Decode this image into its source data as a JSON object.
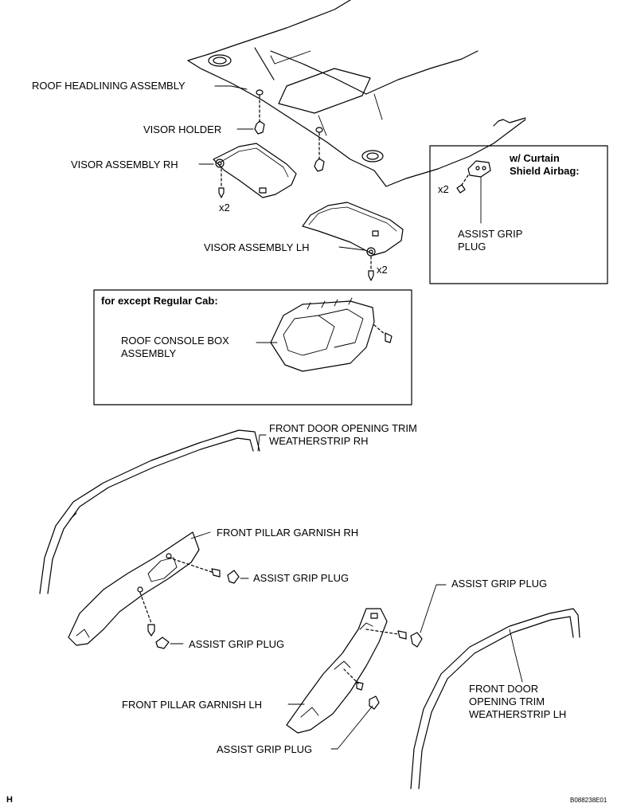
{
  "labels": {
    "roof_headlining": "ROOF HEADLINING ASSEMBLY",
    "visor_holder": "VISOR HOLDER",
    "visor_rh": "VISOR ASSEMBLY RH",
    "visor_lh": "VISOR ASSEMBLY LH",
    "x2_rh": "x2",
    "x2_lh": "x2",
    "x2_airbag": "x2",
    "airbag_title": "w/ Curtain\nShield Airbag:",
    "airbag_plug": "ASSIST GRIP\nPLUG",
    "console_title": "for except Regular Cab:",
    "console_box": "ROOF CONSOLE BOX\nASSEMBLY",
    "weatherstrip_rh": "FRONT DOOR OPENING TRIM\nWEATHERSTRIP RH",
    "pillar_rh": "FRONT PILLAR GARNISH RH",
    "grip_plug_1": "ASSIST GRIP PLUG",
    "grip_plug_2": "ASSIST GRIP PLUG",
    "grip_plug_3": "ASSIST GRIP PLUG",
    "grip_plug_4": "ASSIST GRIP PLUG",
    "pillar_lh": "FRONT PILLAR GARNISH LH",
    "weatherstrip_lh": "FRONT DOOR\nOPENING TRIM\nWEATHERSTRIP LH",
    "corner_mark": "H",
    "figure_code": "B088238E01"
  }
}
